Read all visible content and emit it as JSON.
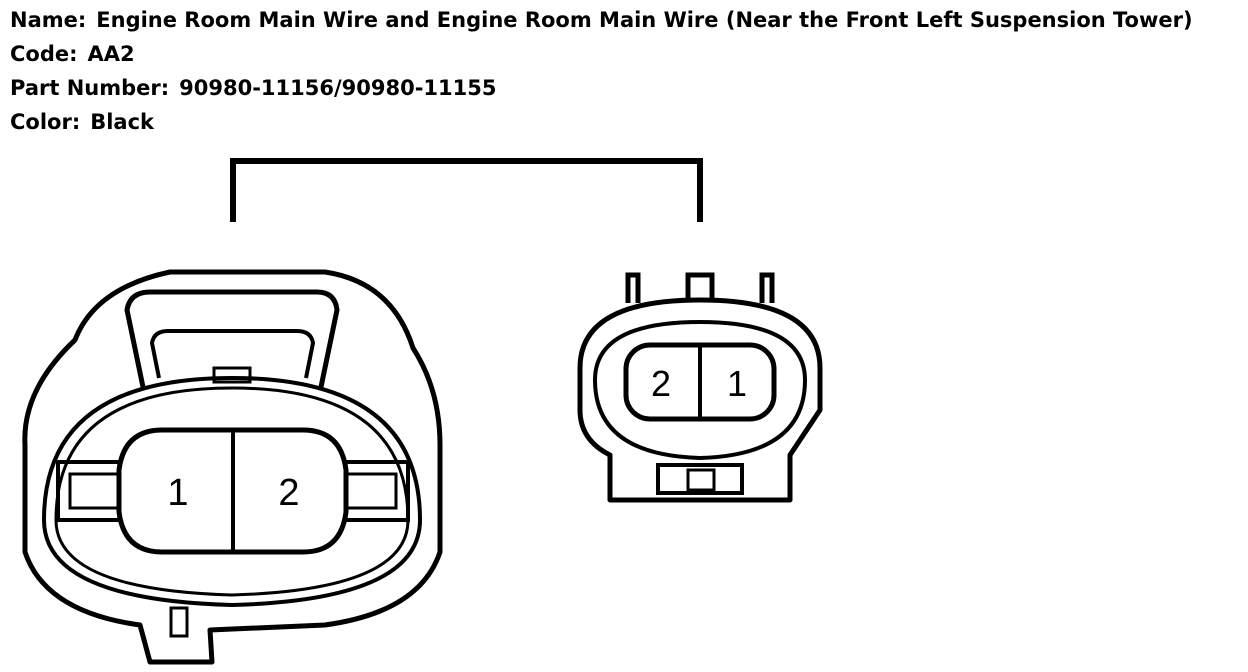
{
  "info": {
    "name_label": "Name:",
    "name_value": "Engine Room Main Wire and Engine Room Main Wire (Near the Front Left Suspension Tower)",
    "code_label": "Code:",
    "code_value": "AA2",
    "part_label": "Part Number:",
    "part_value": "90980-11156/90980-11155",
    "color_label": "Color:",
    "color_value": "Black"
  },
  "connectors": {
    "left_pins": [
      "1",
      "2"
    ],
    "right_pins": [
      "2",
      "1"
    ]
  }
}
